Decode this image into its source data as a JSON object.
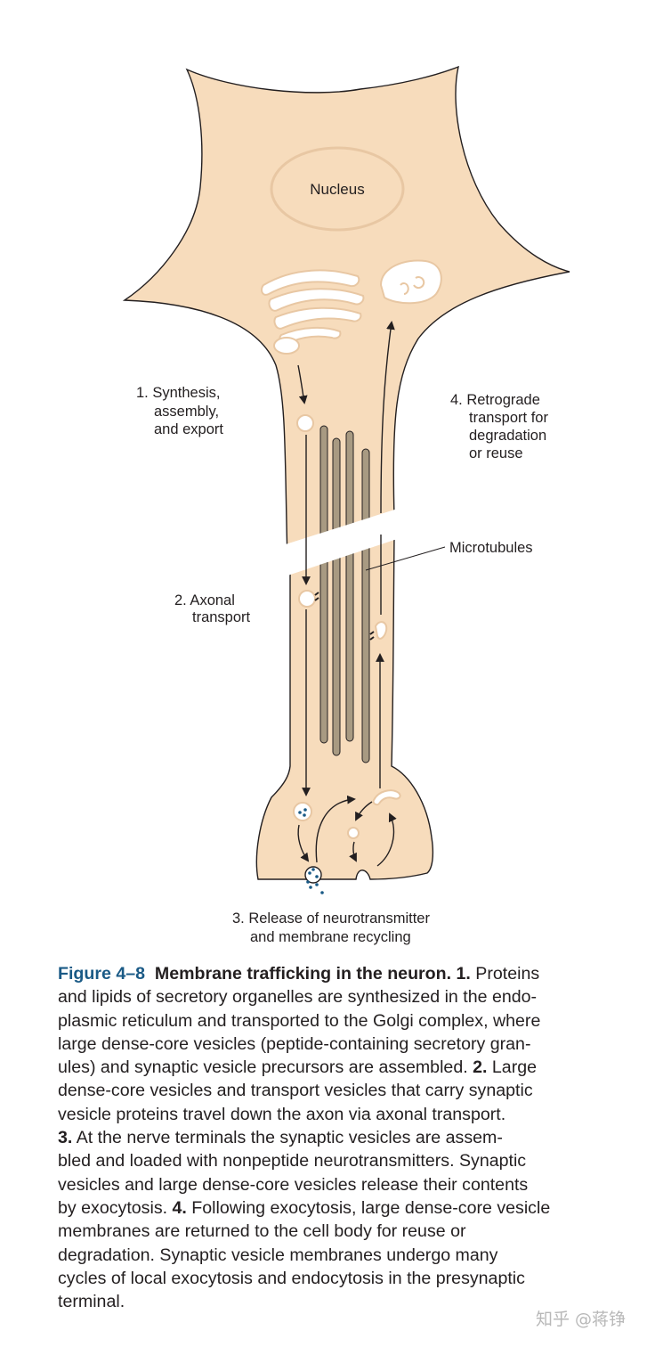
{
  "diagram": {
    "nucleus_label": "Nucleus",
    "label_synthesis": [
      "1. Synthesis,",
      "assembly,",
      "and export"
    ],
    "label_axonal": [
      "2. Axonal",
      "transport"
    ],
    "label_release": [
      "3. Release of neurotransmitter",
      "and membrane recycling"
    ],
    "label_retrograde": [
      "4. Retrograde",
      "transport for",
      "degradation",
      "or reuse"
    ],
    "label_microtubules": "Microtubules",
    "colors": {
      "cell_fill": "#f7dcbc",
      "outline": "#231f20",
      "microtubule": "#a89a82",
      "vesicle_dot": "#1a5a86"
    }
  },
  "caption": {
    "figure_number": "Figure 4–8",
    "title": "Membrane trafficking in the neuron.",
    "lines": [
      [
        {
          "b": false,
          "t": "Figure 4–8 "
        }
      ],
      [],
      [],
      [],
      [],
      [],
      [],
      [],
      [],
      [],
      [],
      [],
      [],
      [],
      []
    ],
    "line_01_a": "1.",
    "line_01_b": " Proteins",
    "line_02": "and lipids of secretory organelles are synthesized in the endo-",
    "line_03": "plasmic reticulum and transported to the Golgi complex, where",
    "line_04": "large dense-core vesicles (peptide-containing secretory gran-",
    "line_05_a": "ules) and synaptic vesicle precursors are assembled. ",
    "line_05_b": "2.",
    "line_05_c": " Large",
    "line_06": "dense-core vesicles and transport vesicles that carry synaptic",
    "line_07": "vesicle proteins travel down the axon via axonal transport.",
    "line_08_a": "3.",
    "line_08_b": " At the nerve terminals the synaptic vesicles are assem-",
    "line_09": "bled and loaded with nonpeptide neurotransmitters. Synaptic",
    "line_10": "vesicles and large dense-core vesicles release their contents",
    "line_11_a": "by exocytosis. ",
    "line_11_b": "4.",
    "line_11_c": " Following exocytosis, large dense-core vesicle",
    "line_12": "membranes are returned to the cell body for reuse or",
    "line_13": "degradation. Synaptic vesicle membranes undergo many",
    "line_14": "cycles of local exocytosis and endocytosis in the presynaptic",
    "line_15": "terminal."
  },
  "watermark": "知乎 @蒋铮"
}
